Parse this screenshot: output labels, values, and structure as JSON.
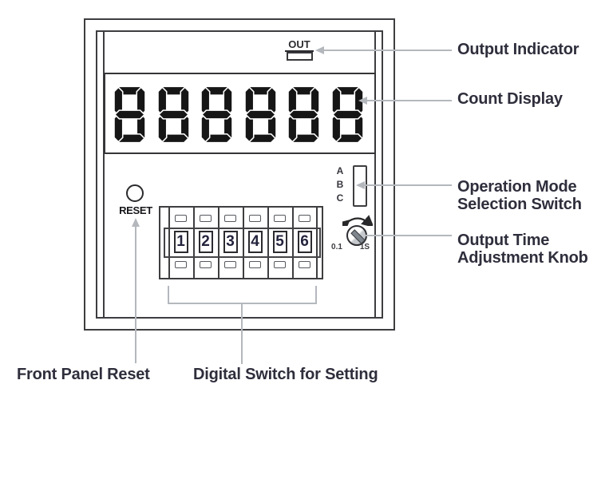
{
  "device": {
    "out_label": "OUT",
    "count_display_digits": [
      "8",
      "8",
      "8",
      "8",
      "8",
      "8"
    ],
    "mode_options": [
      "A",
      "B",
      "C"
    ],
    "reset_label": "RESET",
    "digital_switch_digits": [
      "1",
      "2",
      "3",
      "4",
      "5",
      "6"
    ],
    "knob_min": "0.1",
    "knob_max": "1S"
  },
  "callouts": {
    "output_indicator": "Output Indicator",
    "count_display": "Count Display",
    "operation_mode": "Operation Mode\nSelection Switch",
    "output_time": "Output Time\nAdjustment Knob",
    "front_panel_reset": "Front Panel Reset",
    "digital_switch": "Digital Switch for Setting"
  },
  "colors": {
    "device_line": "#3e3e41",
    "leader_gray": "#b4b8bd",
    "label_text": "#2e2e3c",
    "segment_black": "#161616",
    "thumbwheel_digit": "#23233d"
  }
}
